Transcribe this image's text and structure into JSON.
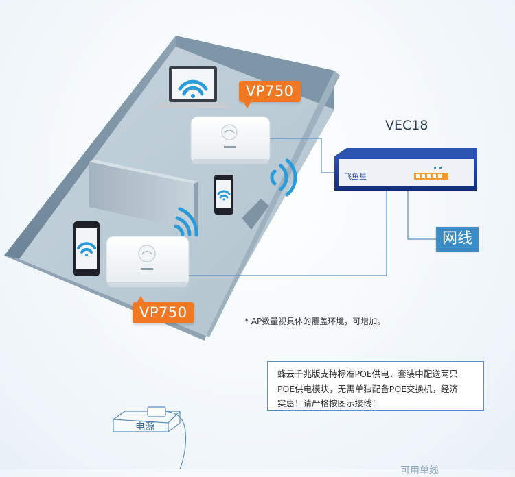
{
  "ap_top": {
    "tag": "VP750"
  },
  "ap_bottom": {
    "tag": "VP750"
  },
  "router": {
    "label": "VEC18",
    "brand": "飞鱼星"
  },
  "cable": {
    "label": "网线"
  },
  "note": "* AP数量视具体的覆盖环境，可增加。",
  "info": {
    "lines": [
      "蜂云千兆版支持标准POE供电，套装中配送两只",
      "POE供电模块，无需单独配备POE交换机，经济",
      "实惠！请严格按图示接线！"
    ]
  },
  "power": {
    "label": "电源"
  },
  "partial_text": "可用单线",
  "colors": {
    "accent_orange": "#f07823",
    "cable_blue": "#3b8cc6",
    "router_blue": "#1c3f9a",
    "line_blue": "#5b8fc0",
    "wifi_blue": "#2a9ad8"
  },
  "icons": [
    "laptop-icon",
    "phone-icon",
    "wifi-icon",
    "access-point-icon",
    "router-icon",
    "power-module-icon"
  ]
}
